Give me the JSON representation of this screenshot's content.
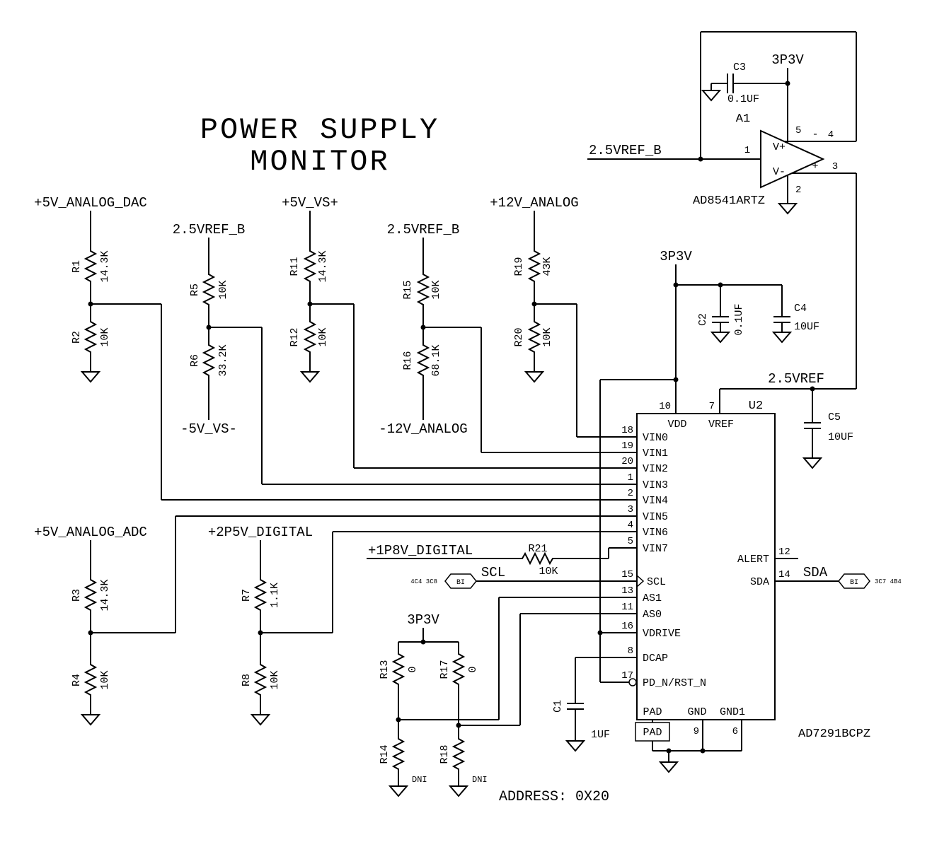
{
  "title": {
    "line1": "POWER SUPPLY",
    "line2": "MONITOR"
  },
  "nets": {
    "p5v_analog_dac": "+5V_ANALOG_DAC",
    "vref25_b_left": "2.5VREF_B",
    "p5v_vs": "+5V_VS+",
    "vref25_b_mid": "2.5VREF_B",
    "p12v_analog": "+12V_ANALOG",
    "n5v_vs": "-5V_VS-",
    "n12v_analog": "-12V_ANALOG",
    "p5v_analog_adc": "+5V_ANALOG_ADC",
    "p2p5v_digital": "+2P5V_DIGITAL",
    "p1p8v_digital": "+1P8V_DIGITAL",
    "p3p3v_main": "3P3V",
    "p3p3v_addr": "3P3V",
    "p3p3v_opamp": "3P3V",
    "vref25_opamp_in": "2.5VREF_B",
    "vref25": "2.5VREF",
    "scl": "SCL",
    "sda": "SDA"
  },
  "resistors": {
    "r1": {
      "ref": "R1",
      "value": "14.3K"
    },
    "r2": {
      "ref": "R2",
      "value": "10K"
    },
    "r3": {
      "ref": "R3",
      "value": "14.3K"
    },
    "r4": {
      "ref": "R4",
      "value": "10K"
    },
    "r5": {
      "ref": "R5",
      "value": "10K"
    },
    "r6": {
      "ref": "R6",
      "value": "33.2K"
    },
    "r7": {
      "ref": "R7",
      "value": "1.1K"
    },
    "r8": {
      "ref": "R8",
      "value": "10K"
    },
    "r11": {
      "ref": "R11",
      "value": "14.3K"
    },
    "r12": {
      "ref": "R12",
      "value": "10K"
    },
    "r13": {
      "ref": "R13",
      "value": "0"
    },
    "r14": {
      "ref": "R14",
      "value": "DNI"
    },
    "r15": {
      "ref": "R15",
      "value": "10K"
    },
    "r16": {
      "ref": "R16",
      "value": "68.1K"
    },
    "r17": {
      "ref": "R17",
      "value": "0"
    },
    "r18": {
      "ref": "R18",
      "value": "DNI"
    },
    "r19": {
      "ref": "R19",
      "value": "43K"
    },
    "r20": {
      "ref": "R20",
      "value": "10K"
    },
    "r21": {
      "ref": "R21",
      "value": "10K"
    }
  },
  "capacitors": {
    "c1": {
      "ref": "C1",
      "value": "1UF"
    },
    "c2": {
      "ref": "C2",
      "value": "0.1UF"
    },
    "c3": {
      "ref": "C3",
      "value": "0.1UF"
    },
    "c4": {
      "ref": "C4",
      "value": "10UF"
    },
    "c5": {
      "ref": "C5",
      "value": "10UF"
    }
  },
  "opamp": {
    "ref": "A1",
    "part": "AD8541ARTZ",
    "pin_in": "1",
    "pin_vneg": "2",
    "pin_out_pos": "3",
    "pin_out_neg": "4",
    "pin_vpos": "5",
    "label_vplus": "V+",
    "label_vminus": "V-",
    "label_plus": "+",
    "label_minus": "-"
  },
  "u2": {
    "ref": "U2",
    "part": "AD7291BCPZ",
    "left_pins": [
      {
        "num": "18",
        "name": "VIN0"
      },
      {
        "num": "19",
        "name": "VIN1"
      },
      {
        "num": "20",
        "name": "VIN2"
      },
      {
        "num": "1",
        "name": "VIN3"
      },
      {
        "num": "2",
        "name": "VIN4"
      },
      {
        "num": "3",
        "name": "VIN5"
      },
      {
        "num": "4",
        "name": "VIN6"
      },
      {
        "num": "5",
        "name": "VIN7"
      },
      {
        "num": "15",
        "name": "SCL"
      },
      {
        "num": "13",
        "name": "AS1"
      },
      {
        "num": "11",
        "name": "AS0"
      },
      {
        "num": "16",
        "name": "VDRIVE"
      },
      {
        "num": "8",
        "name": "DCAP"
      },
      {
        "num": "17",
        "name": "PD_N/RST_N"
      }
    ],
    "top_pins": [
      {
        "num": "10",
        "name": "VDD"
      },
      {
        "num": "7",
        "name": "VREF"
      }
    ],
    "right_pins": [
      {
        "num": "12",
        "name": "ALERT"
      },
      {
        "num": "14",
        "name": "SDA"
      }
    ],
    "bottom_pins": [
      {
        "num": "9",
        "name": "GND"
      },
      {
        "num": "6",
        "name": "GND1"
      }
    ],
    "pad_name": "PAD",
    "pad_box": "PAD"
  },
  "connectors": {
    "scl": {
      "tag": "BI",
      "xref": "4C4  3C8"
    },
    "sda": {
      "tag": "BI",
      "xref": "3C7  4B4"
    }
  },
  "notes": {
    "address": "ADDRESS: 0X20"
  }
}
